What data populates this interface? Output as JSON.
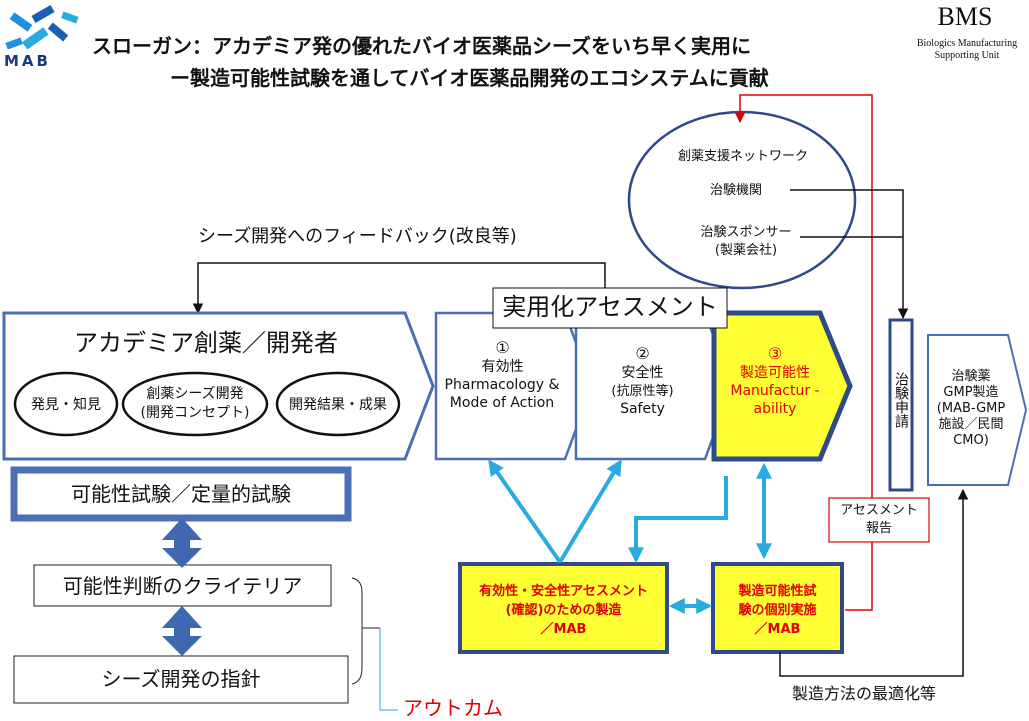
{
  "header": {
    "logo_left": "MAB",
    "title_line1": "スローガン：アカデミア発の優れたバイオ医薬品シーズをいち早く実用に",
    "title_line2": "ー製造可能性試験を通してバイオ医薬品開発のエコシステムに貢献",
    "logo_right": "BMS",
    "logo_right_sub1": "Biologics Manufacturing",
    "logo_right_sub2": "Supporting Unit"
  },
  "network": {
    "title": "創薬支援ネットワーク",
    "item1": "治験機関",
    "item2_line1": "治験スポンサー",
    "item2_line2": "(製薬会社)"
  },
  "feedback_label": "シーズ開発へのフィードバック(改良等)",
  "assessment_label": "実用化アセスメント",
  "academia": {
    "title": "アカデミア創薬／開発者",
    "oval1": "発見・知見",
    "oval2_line1": "創薬シーズ開発",
    "oval2_line2": "(開発コンセプト)",
    "oval3": "開発結果・成果"
  },
  "steps": [
    {
      "num": "①",
      "line1": "有効性",
      "line2": "Pharmacology &",
      "line3": "Mode of Action"
    },
    {
      "num": "②",
      "line1": "安全性",
      "line2": "(抗原性等)",
      "line3": "Safety"
    },
    {
      "num": "③",
      "line1": "製造可能性",
      "line2": "Manufactur -",
      "line3": "ability"
    }
  ],
  "clinical_application": "治験申請",
  "gmp": {
    "line1": "治験薬",
    "line2": "GMP製造",
    "line3": "(MAB-GMP",
    "line4": "施設／民間",
    "line5": "CMO)"
  },
  "report_label_line1": "アセスメント",
  "report_label_line2": "報告",
  "left_column": {
    "box1": "可能性試験／定量的試験",
    "box2": "可能性判断のクライテリア",
    "box3": "シーズ開発の指針",
    "outcome": "アウトカム"
  },
  "yellow1": {
    "line1": "有効性・安全性アセスメント",
    "line2": "(確認)のための製造",
    "line3": "／MAB"
  },
  "yellow2": {
    "line1": "製造可能性試",
    "line2": "験の個別実施",
    "line3": "／MAB"
  },
  "optimization_label": "製造方法の最適化等",
  "colors": {
    "accent_blue": "#29abe2",
    "highlight_yellow": "#ffff33",
    "frame_blue": "#4a6fb5",
    "dark_blue": "#2f4a8a",
    "red": "#e00000"
  }
}
